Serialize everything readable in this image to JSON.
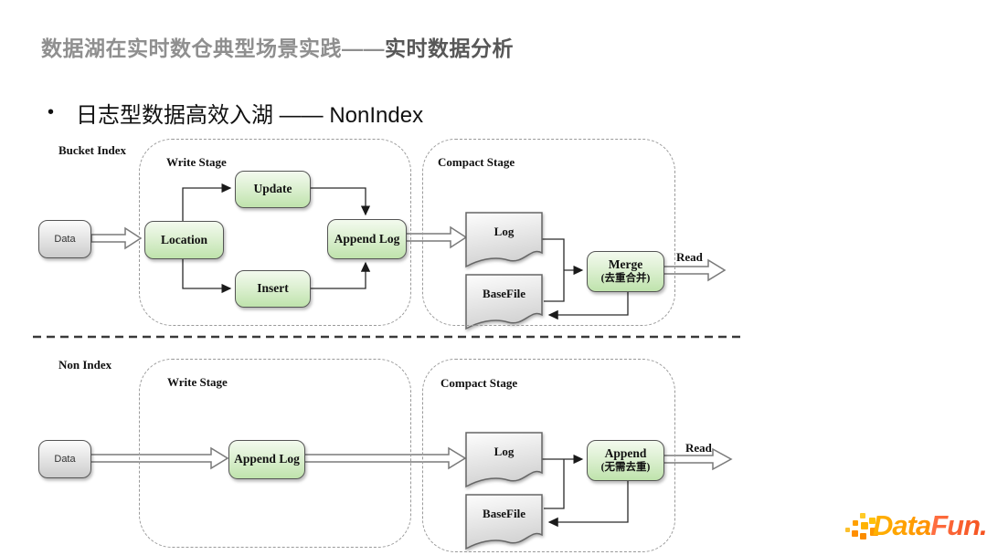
{
  "slide": {
    "title_regular": "数据湖在实时数仓典型场景实践——",
    "title_bold": "实时数据分析",
    "bullet_marker": "•",
    "bullet_text": "日志型数据高效入湖 —— NonIndex"
  },
  "diagram_top": {
    "label": "Bucket Index",
    "data_node": "Data",
    "write_stage": {
      "title": "Write Stage",
      "location": "Location",
      "update": "Update",
      "insert": "Insert",
      "append_log": "Append Log"
    },
    "compact_stage": {
      "title": "Compact Stage",
      "log": "Log",
      "basefile": "BaseFile",
      "merge_line1": "Merge",
      "merge_line2": "(去重合并)"
    },
    "read_label": "Read"
  },
  "diagram_bottom": {
    "label": "Non Index",
    "data_node": "Data",
    "write_stage": {
      "title": "Write Stage",
      "append_log": "Append Log"
    },
    "compact_stage": {
      "title": "Compact Stage",
      "log": "Log",
      "basefile": "BaseFile",
      "append_line1": "Append",
      "append_line2": "(无需去重)"
    },
    "read_label": "Read"
  },
  "logo": {
    "word_data": "Data",
    "word_fun": "Fun."
  },
  "colors": {
    "green_box_top": "#f3faee",
    "green_box_bottom": "#bfe3ac",
    "gray_box_bottom": "#cccccc",
    "dashed_border": "#9a9a9a",
    "title_gray": "#8f8f8f",
    "title_dark": "#575757",
    "logo_orange": "#ff9100",
    "logo_red": "#f4511e"
  }
}
